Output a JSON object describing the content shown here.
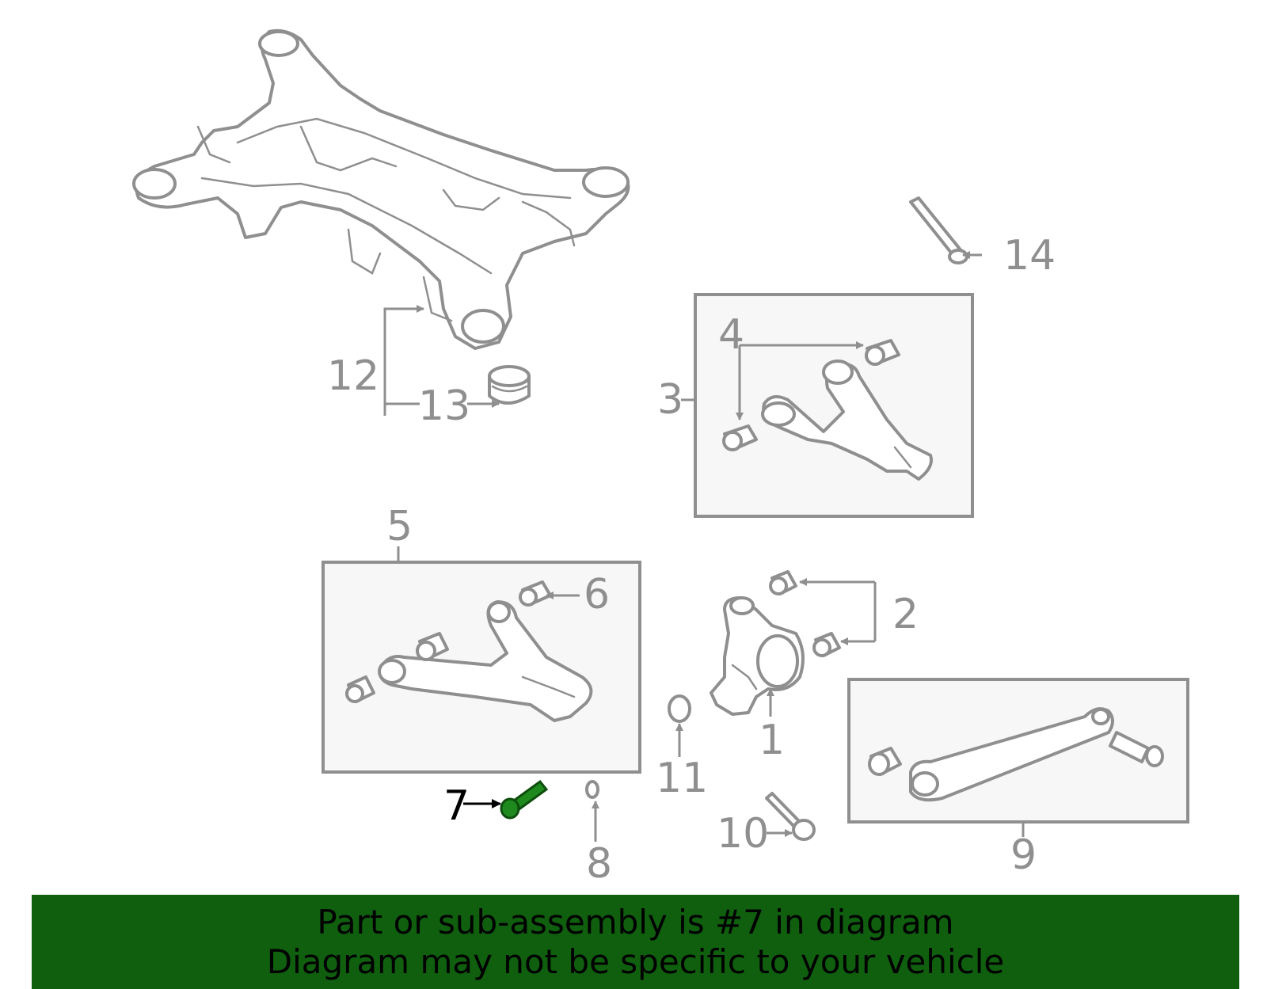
{
  "callouts": {
    "c1": "1",
    "c2": "2",
    "c3": "3",
    "c4": "4",
    "c5": "5",
    "c6": "6",
    "c7": "7",
    "c8": "8",
    "c9": "9",
    "c10": "10",
    "c11": "11",
    "c12": "12",
    "c13": "13",
    "c14": "14"
  },
  "highlight": {
    "part": "7",
    "part_color": "#1e8a1e"
  },
  "banner": {
    "line1": "Part or sub-assembly is #7 in diagram",
    "line2": "Diagram may not be specific to your vehicle",
    "background": "#0f5f0f"
  },
  "colors": {
    "line": "#8f8f8f",
    "box_fill": "#f7f7f7"
  }
}
